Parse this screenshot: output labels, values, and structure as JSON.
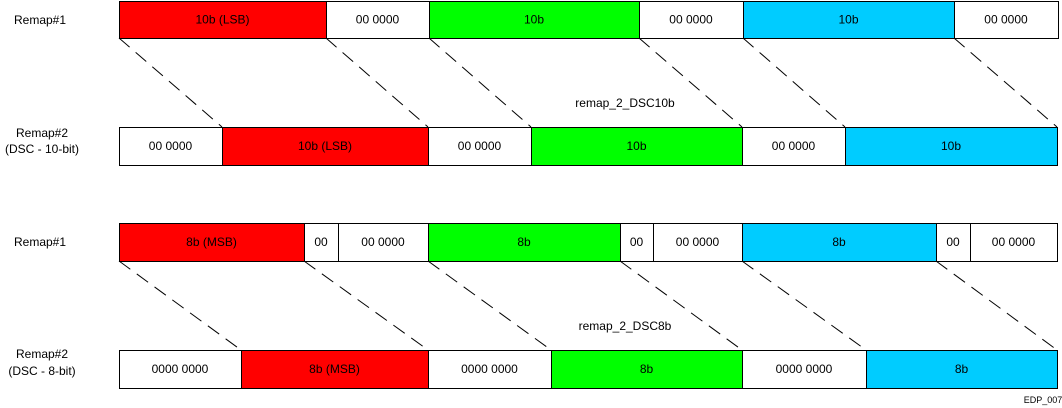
{
  "colors": {
    "red": "#ff0000",
    "green": "#00ff00",
    "blue": "#00ccff",
    "white": "#ffffff"
  },
  "sections": [
    {
      "caption": "remap_2_DSC10b",
      "top_label": [
        "Remap#1"
      ],
      "bottom_label": [
        "Remap#2",
        "(DSC - 10-bit)"
      ],
      "top_row": [
        {
          "text": "10b (LSB)",
          "color": "red"
        },
        {
          "text": "00 0000",
          "color": "white"
        },
        {
          "text": "10b",
          "color": "green"
        },
        {
          "text": "00 0000",
          "color": "white"
        },
        {
          "text": "10b",
          "color": "blue"
        },
        {
          "text": "00 0000",
          "color": "white"
        }
      ],
      "bottom_row": [
        {
          "text": "00 0000",
          "color": "white"
        },
        {
          "text": "10b (LSB)",
          "color": "red"
        },
        {
          "text": "00 0000",
          "color": "white"
        },
        {
          "text": "10b",
          "color": "green"
        },
        {
          "text": "00 0000",
          "color": "white"
        },
        {
          "text": "10b",
          "color": "blue"
        }
      ]
    },
    {
      "caption": "remap_2_DSC8b",
      "top_label": [
        "Remap#1"
      ],
      "bottom_label": [
        "Remap#2",
        "(DSC - 8-bit)"
      ],
      "top_row": [
        {
          "text": "8b (MSB)",
          "color": "red"
        },
        {
          "text": "00",
          "color": "white"
        },
        {
          "text": "00 0000",
          "color": "white"
        },
        {
          "text": "8b",
          "color": "green"
        },
        {
          "text": "00",
          "color": "white"
        },
        {
          "text": "00 0000",
          "color": "white"
        },
        {
          "text": "8b",
          "color": "blue"
        },
        {
          "text": "00",
          "color": "white"
        },
        {
          "text": "00 0000",
          "color": "white"
        }
      ],
      "bottom_row": [
        {
          "text": "0000 0000",
          "color": "white"
        },
        {
          "text": "8b (MSB)",
          "color": "red"
        },
        {
          "text": "0000 0000",
          "color": "white"
        },
        {
          "text": "8b",
          "color": "green"
        },
        {
          "text": "0000 0000",
          "color": "white"
        },
        {
          "text": "8b",
          "color": "blue"
        }
      ]
    }
  ],
  "figure_id": "EDP_007"
}
